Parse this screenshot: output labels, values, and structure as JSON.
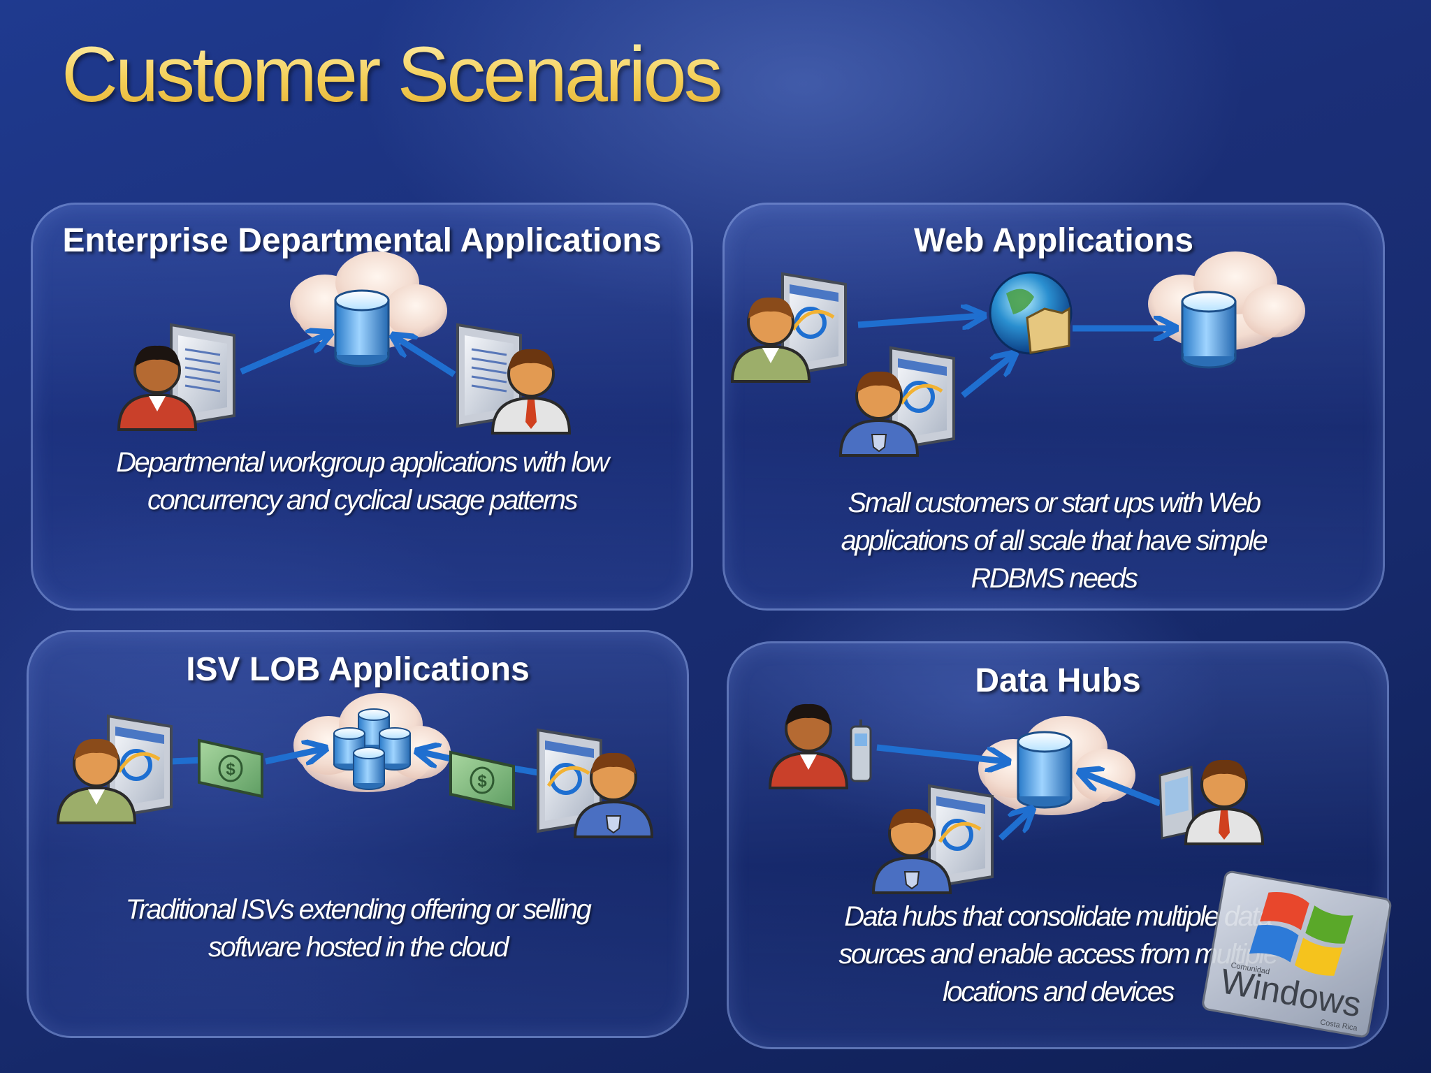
{
  "slide": {
    "title": "Customer Scenarios"
  },
  "panels": [
    {
      "title": "Enterprise Departmental Applications",
      "description_lines": [
        "Departmental workgroup applications with low",
        "concurrency and cyclical usage patterns"
      ],
      "icons": [
        "user-with-document-icon",
        "cloud-database-icon",
        "user-with-document-icon"
      ]
    },
    {
      "title": "Web Applications",
      "description_lines": [
        "Small customers or start ups with Web",
        "applications of all scale that have simple",
        "RDBMS needs"
      ],
      "icons": [
        "user-with-browser-icon",
        "user-with-browser-icon",
        "globe-folder-icon",
        "cloud-database-icon"
      ]
    },
    {
      "title": "ISV LOB Applications",
      "description_lines": [
        "Traditional ISVs extending offering or selling",
        "software hosted in the cloud"
      ],
      "icons": [
        "user-with-browser-icon",
        "money-icon",
        "cloud-database-cluster-icon",
        "money-icon",
        "user-with-browser-icon"
      ]
    },
    {
      "title": "Data Hubs",
      "description_lines": [
        "Data hubs that consolidate multiple data",
        "sources and enable access from multiple",
        "locations and devices"
      ],
      "icons": [
        "user-with-phone-icon",
        "user-with-browser-icon",
        "cloud-database-icon",
        "user-with-pda-icon"
      ]
    }
  ],
  "logo": {
    "word": "Windows",
    "small_text": "Comunidad",
    "corner_text": "Costa Rica"
  },
  "colors": {
    "title_gold": "#f4cf58",
    "arrow_blue": "#1f6fd0",
    "database_blue": "#4aa3e8"
  }
}
